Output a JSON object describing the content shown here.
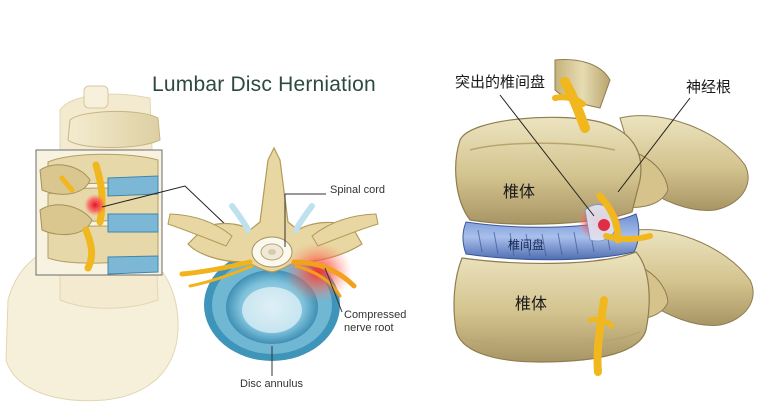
{
  "title": "Lumbar Disc Herniation",
  "labels": {
    "spinal_cord": "Spinal cord",
    "compressed_nerve_root_1": "Compressed",
    "compressed_nerve_root_2": "nerve root",
    "disc_annulus": "Disc annulus"
  },
  "cn_labels": {
    "herniated_disc": "突出的椎间盘",
    "nerve_root": "神经根",
    "vertebra_top": "椎体",
    "disc": "椎间盘",
    "vertebra_bottom": "椎体"
  }
}
